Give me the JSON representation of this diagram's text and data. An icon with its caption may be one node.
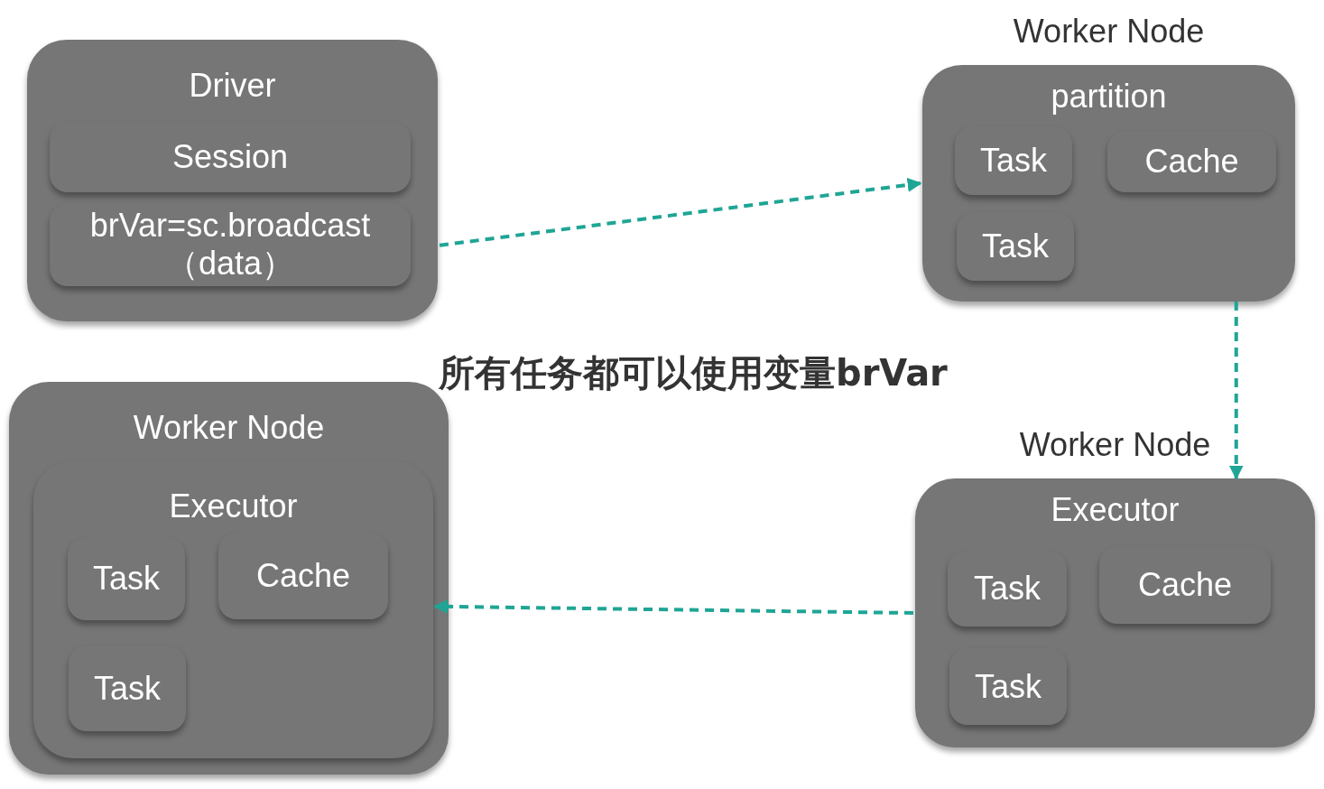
{
  "diagram": {
    "nodes": [
      {
        "text": [
          "Driver"
        ]
      },
      {
        "text": [
          "Session"
        ],
        "in": 0
      },
      {
        "text": [
          "brVar=sc.broadcast （data）"
        ],
        "in": 0
      },
      {
        "text": [
          "Worker Node",
          "partition"
        ]
      },
      {
        "text": [
          "Task"
        ],
        "in": 3
      },
      {
        "text": [
          "Cache"
        ],
        "in": 3
      },
      {
        "text": [
          "Task"
        ],
        "in": 3
      },
      {
        "text": [
          "Worker Node"
        ]
      },
      {
        "text": [
          "Executor"
        ],
        "in": 7
      },
      {
        "text": [
          "Task"
        ],
        "in": 8
      },
      {
        "text": [
          "Cache"
        ],
        "in": 8
      },
      {
        "text": [
          "Task"
        ],
        "in": 8
      },
      {
        "text": [
          "Worker Node",
          "Executor"
        ]
      },
      {
        "text": [
          "Task"
        ],
        "in": 12
      },
      {
        "text": [
          "Cache"
        ],
        "in": 12
      },
      {
        "text": [
          "Task"
        ],
        "in": 12
      }
    ],
    "edges": [
      {
        "from": 0,
        "to": 3,
        "arrow": "to",
        "style": "dashed"
      },
      {
        "from": 3,
        "to": 12,
        "arrow": "to",
        "style": "dashed"
      },
      {
        "from": 12,
        "to": 8,
        "arrow": "to",
        "style": "dashed"
      }
    ],
    "labels": [
      "所有任务都可以使用变量brVar"
    ]
  }
}
